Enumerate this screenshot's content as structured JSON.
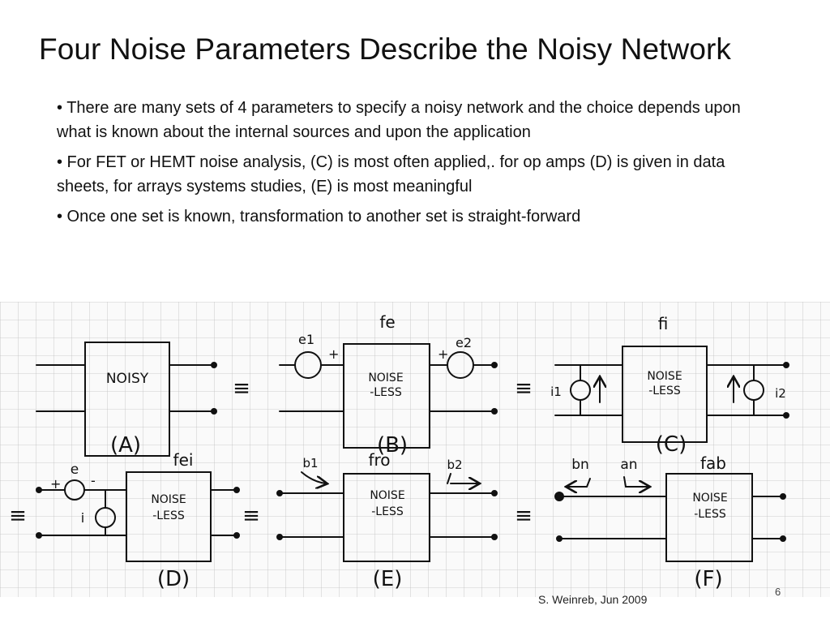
{
  "slide": {
    "title": "Four Noise Parameters Describe the Noisy Network",
    "bullets": [
      "• There are many sets of 4 parameters to specify a noisy network and the choice depends upon what is known about the internal sources and upon the application",
      "• For FET or HEMT noise analysis, (C) is most often applied,. for op amps (D) is given in data sheets, for arrays systems studies, (E) is most meaningful",
      "• Once one set is known, transformation to another set is straight-forward"
    ],
    "footer": "S. Weinreb, Jun 2009",
    "slide_number": "6"
  },
  "figure": {
    "box_text": {
      "noisy": "NOISY",
      "noiseless_line1": "NOISE",
      "noiseless_line2": "-LESS"
    },
    "captions": [
      "(A)",
      "(B)",
      "(C)",
      "(D)",
      "(E)",
      "(F)"
    ],
    "equiv_symbol": "≡",
    "labels": {
      "b_top": "fe",
      "b_e1": "e1",
      "b_e2": "e2",
      "plus": "+",
      "minus": "-",
      "c_top": "fi",
      "c_i1": "i1",
      "c_i2": "i2",
      "d_top": "fei",
      "d_e": "e",
      "d_i": "i",
      "e_top": "fro",
      "e_b1": "b1",
      "e_b2": "b2",
      "f_top": "fab",
      "f_bn": "bn",
      "f_an": "an"
    }
  }
}
